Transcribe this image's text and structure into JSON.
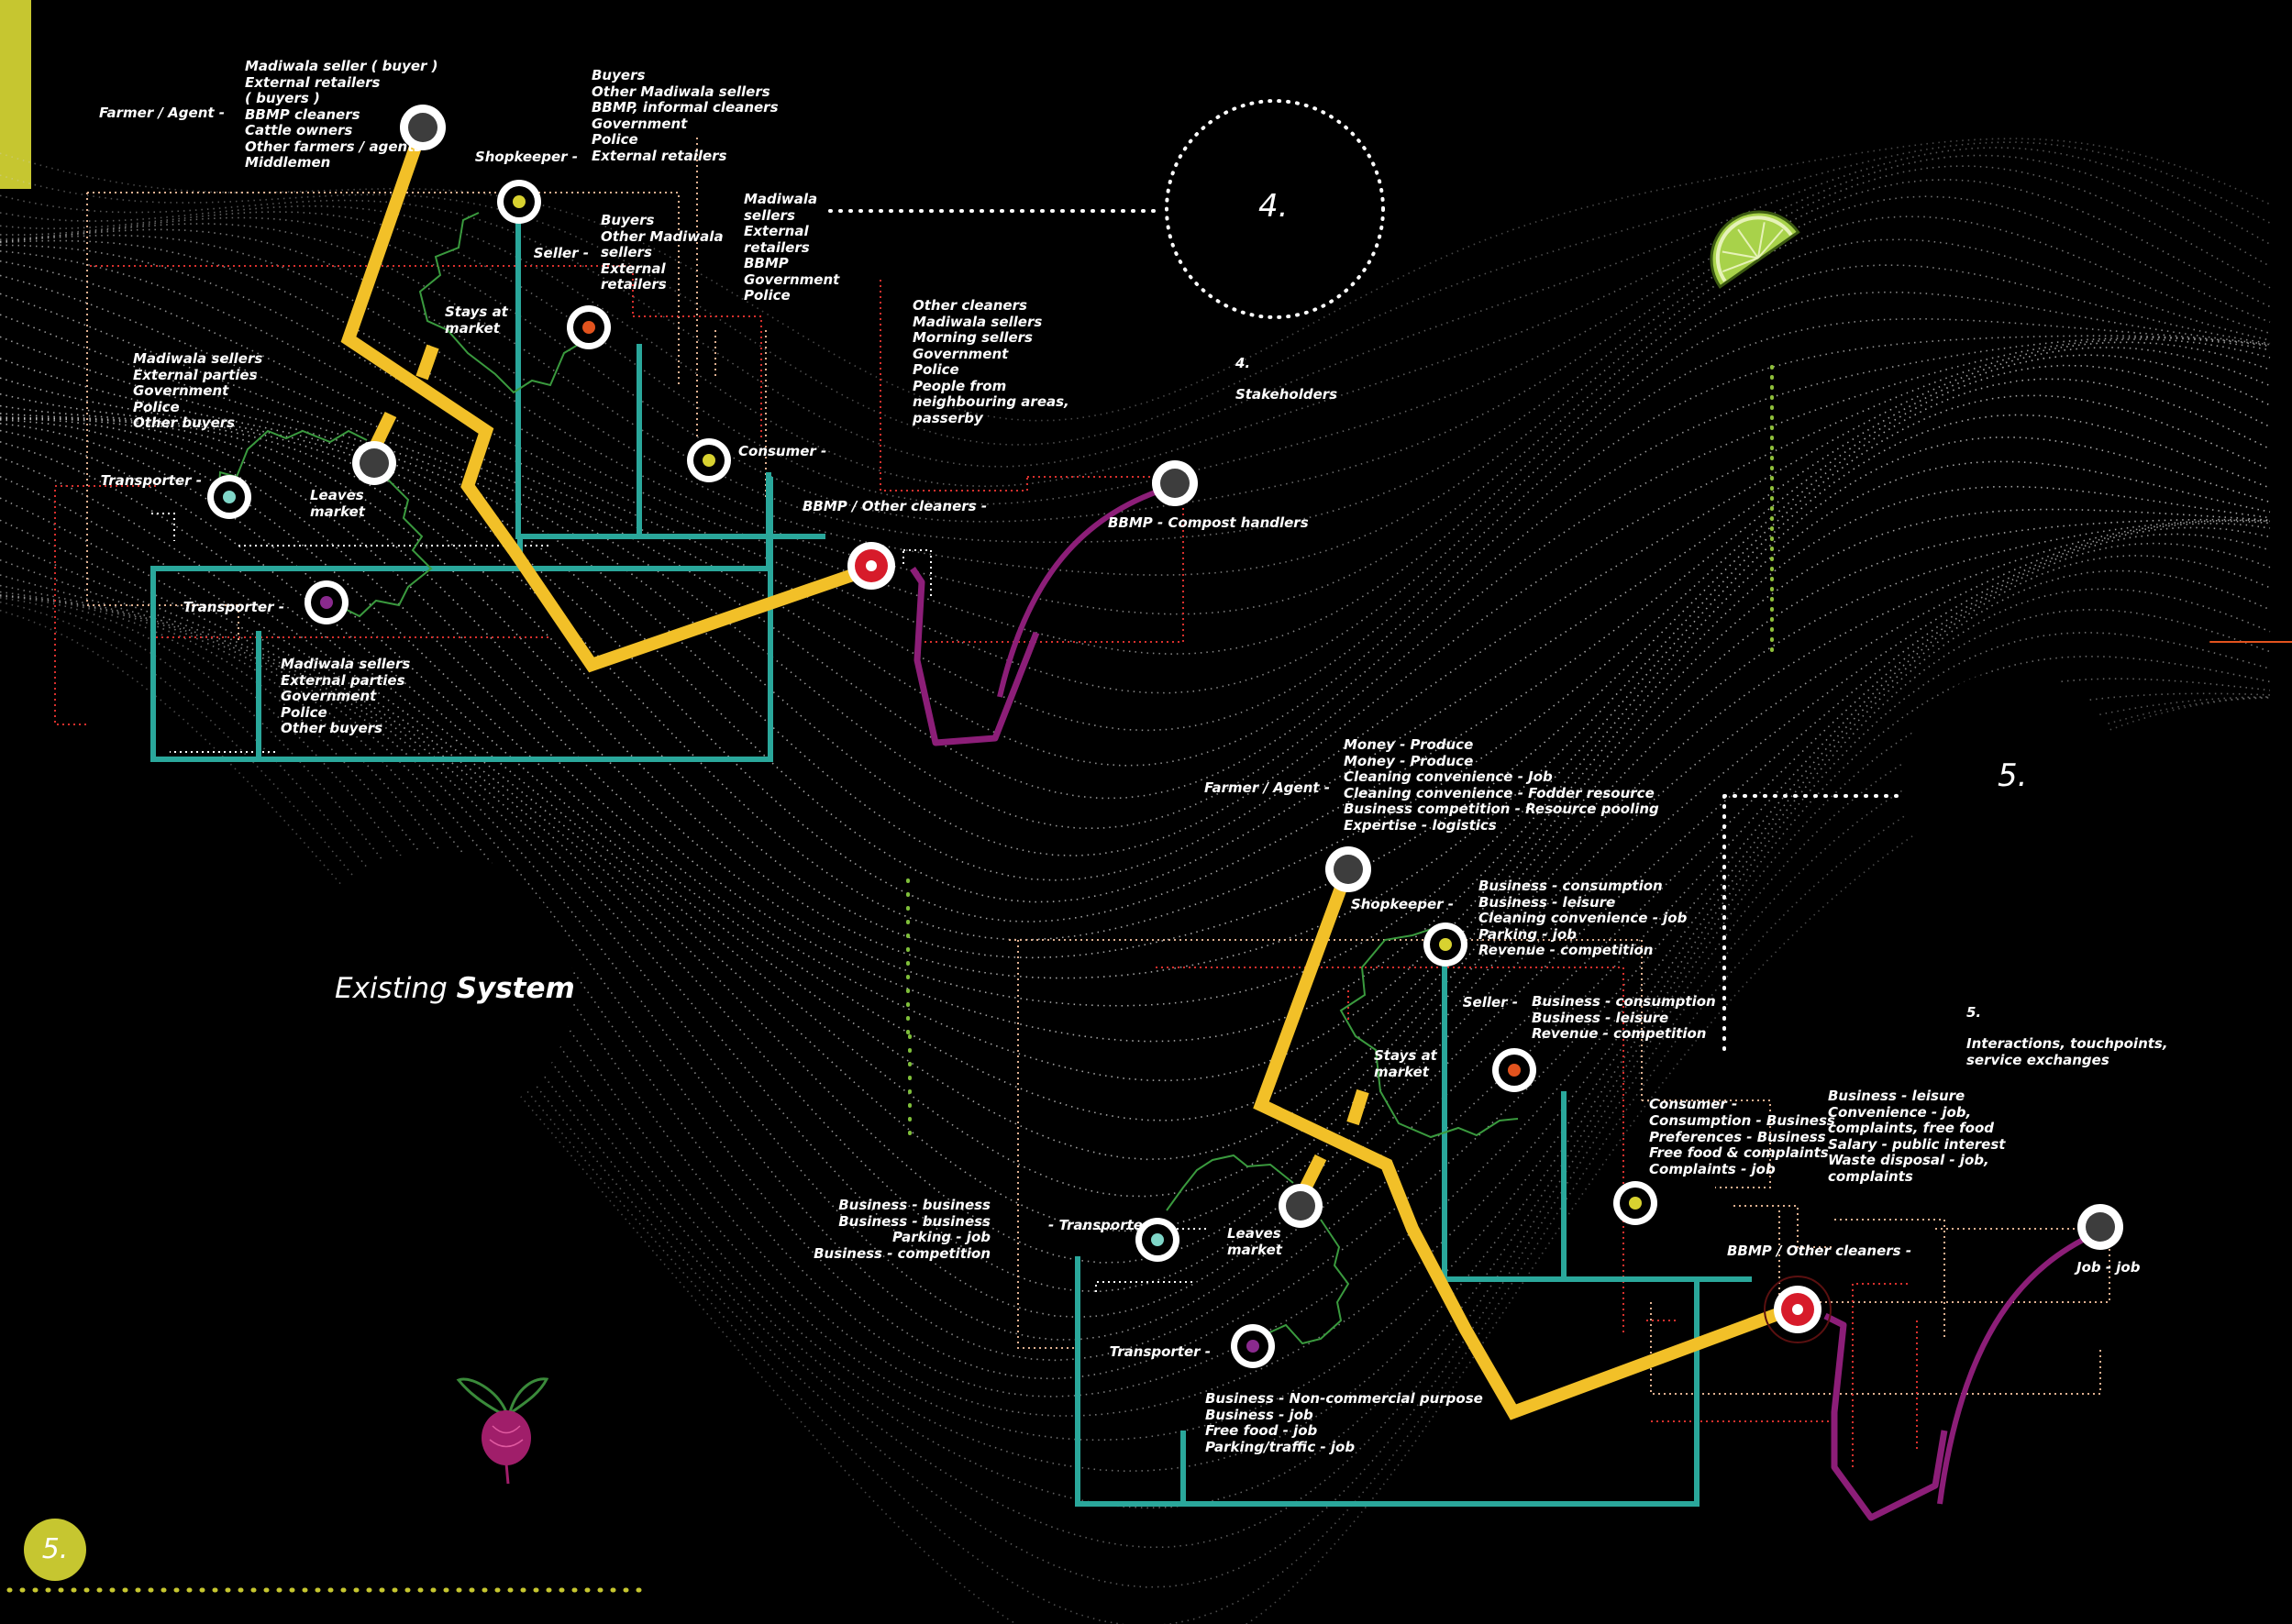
{
  "colors": {
    "background": "#000000",
    "accent_lime": "#c6c630",
    "track_yellow": "#f2c028",
    "track_teal": "#2aa79b",
    "track_green": "#3a9a3e",
    "track_magenta": "#8c1e78",
    "node_red": "#d71b2a",
    "node_olive": "#d8d230",
    "node_aqua": "#7fd6c8",
    "node_orange": "#e2531e",
    "node_purple": "#8a2a8e"
  },
  "page_number": "5.",
  "section4": {
    "number": "4.",
    "note_number": "4.",
    "note_title": "Stakeholders"
  },
  "section5": {
    "number": "5.",
    "note_number": "5.",
    "note_title": "Interactions, touchpoints,\nservice exchanges"
  },
  "center": {
    "text_plain": "Existing ",
    "text_bold": "System"
  },
  "icons": [
    "lime-slice-icon",
    "beetroot-icon"
  ],
  "top_map": {
    "roles": {
      "farmer_agent": "Farmer / Agent -",
      "shopkeeper": "Shopkeeper -",
      "seller": "Seller -",
      "stays_at_market": "Stays at\nmarket",
      "transporter_1": "Transporter -",
      "leaves_market": "Leaves\nmarket",
      "transporter_2": "Transporter -",
      "consumer": "Consumer -",
      "bbmp_cleaners": "BBMP / Other cleaners -",
      "compost": "BBMP - Compost handlers"
    },
    "lists": {
      "farmer_agent": [
        "Madiwala seller ( buyer )",
        "External retailers",
        "( buyers )",
        "BBMP cleaners",
        "Cattle owners",
        "Other farmers / agents",
        "Middlemen"
      ],
      "shopkeeper": [
        "Buyers",
        "Other Madiwala sellers",
        "BBMP, informal cleaners",
        "Government",
        "Police",
        "External retailers"
      ],
      "seller": [
        "Buyers",
        "Other Madiwala",
        "sellers",
        "External",
        "retailers"
      ],
      "consumer": [
        "Madiwala",
        "sellers",
        "External",
        "retailers",
        "BBMP",
        "Government",
        "Police"
      ],
      "bbmp": [
        "Other cleaners",
        "Madiwala sellers",
        "Morning sellers",
        "Government",
        "Police",
        "People from",
        "neighbouring areas,",
        "passerby"
      ],
      "transporter_1": [
        "Madiwala sellers",
        "External parties",
        "Government",
        "Police",
        "Other buyers"
      ],
      "transporter_2": [
        "Madiwala sellers",
        "External parties",
        "Government",
        "Police",
        "Other buyers"
      ]
    }
  },
  "bottom_map": {
    "roles": {
      "farmer_agent": "Farmer / Agent -",
      "shopkeeper": "Shopkeeper -",
      "seller": "Seller -",
      "stays_at_market": "Stays at\nmarket",
      "transporter_1": "- Transporter",
      "leaves_market": "Leaves\nmarket",
      "transporter_2": "Transporter -",
      "consumer": "Consumer -",
      "bbmp_cleaners": "BBMP / Other cleaners -",
      "job": "Job - job"
    },
    "lists": {
      "farmer_agent": [
        "Money - Produce",
        "Money - Produce",
        "Cleaning convenience - Job",
        "Cleaning convenience - Fodder resource",
        "Business competition - Resource pooling",
        "Expertise - logistics"
      ],
      "shopkeeper": [
        "Business - consumption",
        "Business - leisure",
        "Cleaning convenience - job",
        "Parking - job",
        "Revenue - competition"
      ],
      "seller": [
        "Business - consumption",
        "Business - leisure",
        "Revenue - competition"
      ],
      "consumer": [
        "Consumption - Business",
        "Preferences - Business",
        "Free food & complaints",
        "Complaints - job"
      ],
      "bbmp": [
        "Business - leisure",
        "Convenience - job,",
        "complaints, free food",
        "Salary - public interest",
        "Waste disposal - job,",
        "complaints"
      ],
      "transporter_1": [
        "Business - business",
        "Business - business",
        "Parking - job",
        "Business - competition"
      ],
      "transporter_2": [
        "Business - Non-commercial purpose",
        "Business - job",
        "Free food - job",
        "Parking/traffic - job"
      ]
    }
  }
}
